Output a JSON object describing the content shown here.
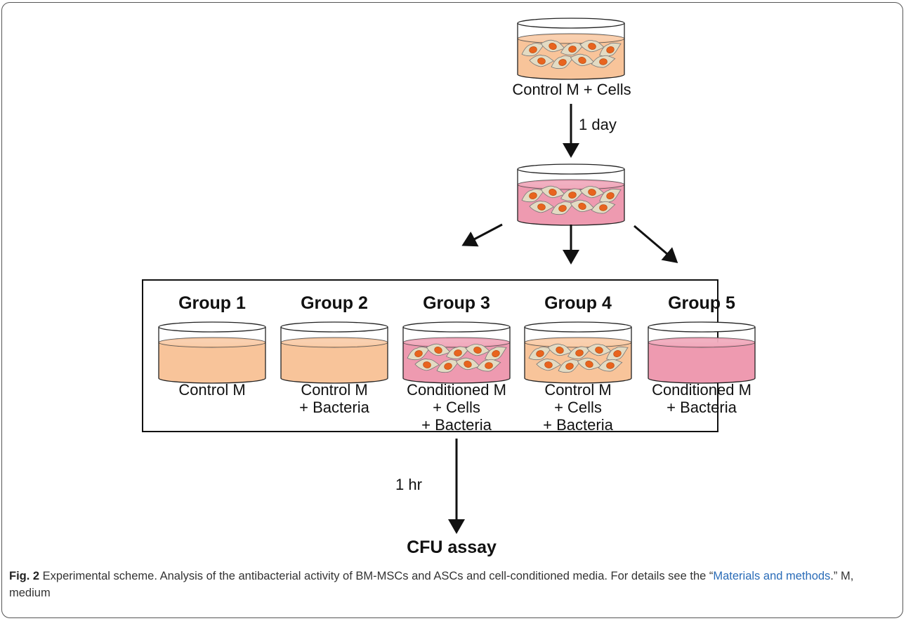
{
  "top_dish": {
    "label": "Control M + Cells"
  },
  "step1": {
    "label": "1 day"
  },
  "groups": [
    {
      "title": "Group 1",
      "lines": [
        "Control M"
      ]
    },
    {
      "title": "Group 2",
      "lines": [
        "Control M",
        "+ Bacteria"
      ]
    },
    {
      "title": "Group 3",
      "lines": [
        "Conditioned M",
        "+ Cells",
        "+ Bacteria"
      ]
    },
    {
      "title": "Group 4",
      "lines": [
        "Control M",
        "+ Cells",
        "+ Bacteria"
      ]
    },
    {
      "title": "Group 5",
      "lines": [
        "Conditioned M",
        "+ Bacteria"
      ]
    }
  ],
  "step2": {
    "label": "1 hr"
  },
  "final": {
    "label": "CFU assay"
  },
  "caption": {
    "fig_label": "Fig. 2",
    "text_before": " Experimental scheme. Analysis of the antibacterial activity of BM-MSCs and ASCs and cell-conditioned media. For details see the “",
    "link_text": "Materials and methods",
    "text_after": ".” M, medium"
  },
  "colors": {
    "control_medium": "#f8c49a",
    "conditioned_medium": "#ee9ab0",
    "cell": "#e3dbc3",
    "nucleus": "#e8641e"
  }
}
